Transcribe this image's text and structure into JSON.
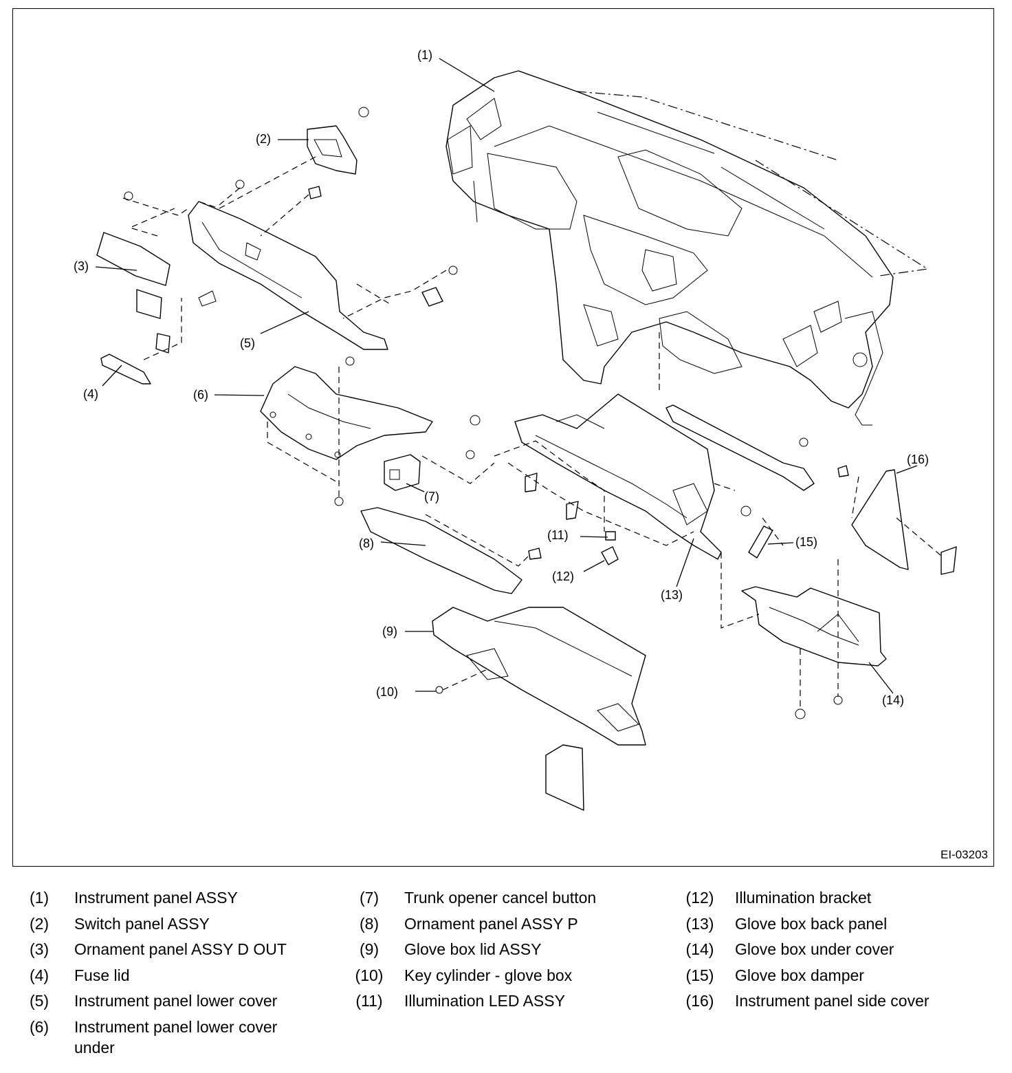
{
  "figure": {
    "id": "EI-03203",
    "callouts": [
      "(1)",
      "(2)",
      "(3)",
      "(4)",
      "(5)",
      "(6)",
      "(7)",
      "(8)",
      "(9)",
      "(10)",
      "(11)",
      "(12)",
      "(13)",
      "(14)",
      "(15)",
      "(16)"
    ]
  },
  "legend": [
    {
      "num": "(1)",
      "label": "Instrument panel ASSY"
    },
    {
      "num": "(2)",
      "label": "Switch panel ASSY"
    },
    {
      "num": "(3)",
      "label": "Ornament panel ASSY D OUT"
    },
    {
      "num": "(4)",
      "label": "Fuse lid"
    },
    {
      "num": "(5)",
      "label": "Instrument panel lower cover"
    },
    {
      "num": "(6)",
      "label": "Instrument panel lower cover under"
    },
    {
      "num": "(7)",
      "label": "Trunk opener cancel button"
    },
    {
      "num": "(8)",
      "label": "Ornament panel ASSY P"
    },
    {
      "num": "(9)",
      "label": "Glove box lid ASSY"
    },
    {
      "num": "(10)",
      "label": "Key cylinder - glove box"
    },
    {
      "num": "(11)",
      "label": "Illumination LED ASSY"
    },
    {
      "num": "(12)",
      "label": "Illumination bracket"
    },
    {
      "num": "(13)",
      "label": "Glove box back panel"
    },
    {
      "num": "(14)",
      "label": "Glove box under cover"
    },
    {
      "num": "(15)",
      "label": "Glove box damper"
    },
    {
      "num": "(16)",
      "label": "Instrument panel side cover"
    }
  ]
}
